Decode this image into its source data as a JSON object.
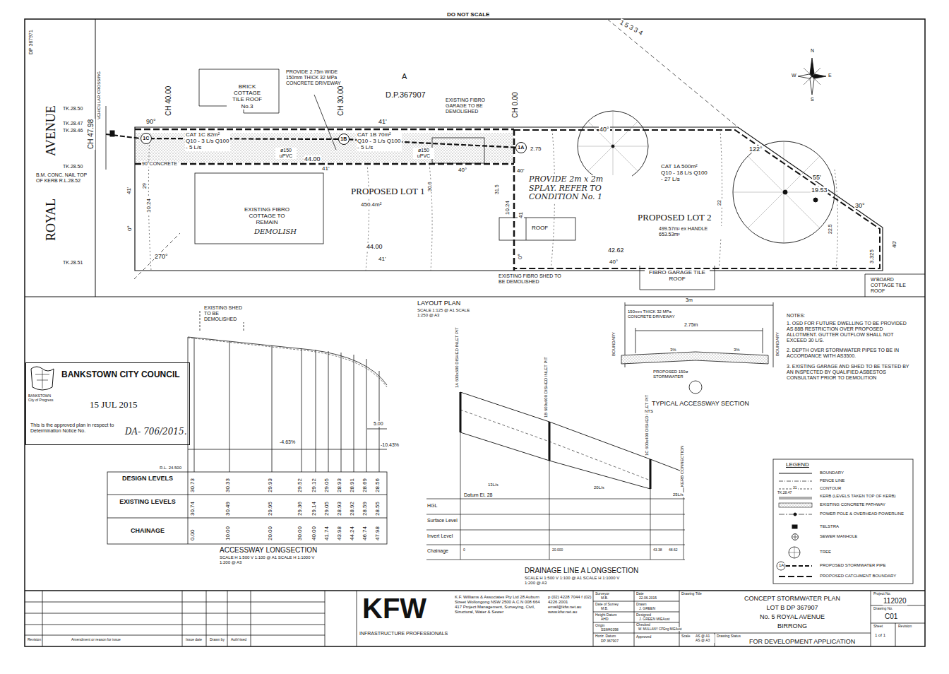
{
  "diagram": {
    "nodes": [
      {
        "text": [
          "1C"
        ]
      },
      {
        "text": [
          "1B"
        ]
      },
      {
        "text": [
          "1A"
        ]
      },
      {
        "text": [
          "BANKSTOWN CITY COUNCIL",
          "BANKSTOWN City of Progress",
          "15 JUL 2015",
          "This is the approved plan in respect to Determination Notice No.",
          "DA- 706/2015."
        ]
      }
    ],
    "edges": [
      {
        "from": 2,
        "to": 1,
        "arrow": "none",
        "label": "ø150 uPVC"
      },
      {
        "from": 1,
        "to": 0,
        "arrow": "none",
        "label": "ø150 uPVC"
      }
    ],
    "labels": [
      "DO NOT SCALE",
      "DP 367971",
      "1 5 3 3 4",
      "A",
      "D.P.367907",
      "PROVIDE 2.75m WIDE 150mm THICK 32 MPa CONCRETE DRIVEWAY",
      "BRICK COTTAGE TILE ROOF No.3",
      "EXISTING FIBRO GARAGE TO BE DEMOLISHED",
      "AVENUE",
      "ROYAL",
      "VEHICULAR CROSSING",
      "CH 47.98",
      "TK.28.50",
      "TK.28.47",
      "TK.28.46",
      "TK.28.50",
      "B.M. CONC. NAIL TOP OF KERB R.L.28.52",
      "TK.28.51",
      "90°",
      "CH 40.00",
      "90°CONCRETE",
      "CH 30.00",
      "CH 0.00",
      "41'",
      "44.00",
      "41'",
      "CAT 1C 82m² Q10 - 3 L/s Q100 - 5 L/s",
      "CAT 1B 70m² Q10 - 3 L/s Q100 - 5 L/s",
      "2.75",
      "PROPOSED LOT 1",
      "450.4m²",
      "EXISTING FIBRO COTTAGE TO REMAIN",
      "DEMOLISH",
      "41'",
      "29",
      "10.24",
      "0°",
      "270°",
      "44.00",
      "41'",
      "30.6",
      "40°",
      "40'",
      "10.24",
      "41",
      "0°",
      "31.5",
      "ROOF",
      "PROVIDE 2m x 2m SPLAY. REFER TO CONDITION No. 1",
      "40°",
      "CAT 1A 500m² Q10 - 18 L/s Q100 - 27 L/s",
      "PROPOSED LOT 2",
      "499.57m² ex HANDLE 653.53m²",
      "42.62",
      "40°",
      "122°",
      "55'",
      "19.53",
      "30°",
      "3.325",
      "40'",
      "22",
      "22.5",
      "EXISTING FIBRO SHED TO BE DEMOLISHED",
      "FIBRO GARAGE TILE ROOF",
      "W'BOARD COTTAGE TILE ROOF",
      "N",
      "E",
      "W",
      "S",
      "LAYOUT PLAN",
      "SCALE 1:125 @ A1 SCALE 1:250 @ A3",
      "EXISTING SHED TO BE DEMOLISHED",
      "R.L. 24.500",
      "DESIGN LEVELS",
      "EXISTING LEVELS",
      "CHAINAGE",
      "30.73",
      "30.33",
      "29.93",
      "29.52",
      "29.12",
      "29.05",
      "28.93",
      "28.91",
      "28.69",
      "28.56",
      "30.74",
      "30.49",
      "29.95",
      "29.36",
      "29.14",
      "29.05",
      "28.93",
      "28.92",
      "28.59",
      "28.55",
      "0.00",
      "10.00",
      "20.00",
      "30.00",
      "40.00",
      "41.74",
      "43.98",
      "44.24",
      "46.74",
      "47.98",
      "-4.63%",
      "5.00",
      "-10.43%",
      "ACCESSWAY LONGSECTION",
      "SCALE H 1:500 V 1:100 @ A1 SCALE H 1:1000 V 1:200 @ A3",
      "1A 600x600 DISHED INLET PIT",
      "1B 600x600 DISHED INLET PIT",
      "1C 600x400 DISHED INLET PIT",
      "KERB CONNECTION",
      "13L/s",
      "20L/s",
      "25L/s",
      "Datum El. 28",
      "HGL",
      "Surface Level",
      "Invert Level",
      "Chainage",
      "DRAINAGE LINE A LONGSECTION",
      "SCALE H 1:500 V 1:100 @ A1 SCALE H 1:1000 V 1:200 @ A3",
      "0",
      "20.000",
      "43.38",
      "48.62",
      "3m",
      "150mm THICK 32 MPa CONCRETE DRIVEWAY",
      "2.75m",
      "3%",
      "3%",
      "BOUNDARY",
      "BOUNDARY",
      "PROPOSED 150ø STORMWATER",
      "TYPICAL ACCESSWAY SECTION",
      "NTS",
      "NOTES:",
      "1. OSD FOR FUTURE DWELLING TO BE PROVIDED AS 88B RESTRICTION OVER PROPOSED ALLOTMENT. GUTTER OUTFLOW SHALL NOT EXCEED 30 L/S.",
      "2. DEPTH OVER STORMWATER PIPES TO BE IN ACCORDANCE WITH AS3500.",
      "3. EXISTING GARAGE AND SHED TO BE TESTED BY AN INSPECTED BY QUALIFIED ASBESTOS CONSULTANT PRIOR TO DEMOLITION",
      "LEGEND",
      "Revision",
      "Amendment or reason for issue",
      "Issue date",
      "Drawn by",
      "Auth'rised",
      "KFW",
      "INFRASTRUCTURE PROFESSIONALS",
      "K.F. Williams & Associates Pty Ltd 28 Auburn Street Wollongong NSW 2500 A.C.N 008 664 417 Project Management, Surveying, Civil, Structural, Water & Sewer",
      "p (02) 4228 7044 f (02) 4226 2001 email@kfw.net.au www.kfw.net.au",
      "Surveyor",
      "M.B.",
      "Date of Survey",
      "M.B.",
      "Height Datum",
      "AHD",
      "Origin",
      "SSM40398",
      "Horiz. Datum",
      "DP 367907",
      "Date",
      "22.06.2015",
      "Drawn",
      "J. GREEN",
      "Designed",
      "J. GREEN MIEAust",
      "Checked",
      "W. MULLANY CPEng MIEAust",
      "Approved",
      "Drawing Title",
      "CONCEPT STORMWATER PLAN",
      "LOT B DP 367907",
      "No. 5 ROYAL AVENUE",
      "BIRRONG",
      "Scale",
      "AS @ A1 AS @ A3",
      "Drawing Status",
      "FOR DEVELOPMENT APPLICATION",
      "Project No.",
      "112020",
      "Drawing No.",
      "C01",
      "Sheet",
      "1 of 1",
      "Revision",
      "31",
      "TK.28.47",
      "1A"
    ],
    "legend": [
      {
        "text": "BOUNDARY"
      },
      {
        "text": "FENCE LINE"
      },
      {
        "text": "CONTOUR"
      },
      {
        "text": "KERB (LEVELS TAKEN TOP OF KERB)"
      },
      {
        "text": "EXISTING CONCRETE PATHWAY"
      },
      {
        "text": "POWER POLE & OVERHEAD POWERLINE"
      },
      {
        "text": "TELSTRA"
      },
      {
        "text": "SEWER MANHOLE"
      },
      {
        "text": "TREE"
      },
      {
        "text": "PROPOSED STORMWATER PIPE"
      },
      {
        "text": "PROPOSED CATCHMENT BOUNDARY"
      }
    ]
  }
}
